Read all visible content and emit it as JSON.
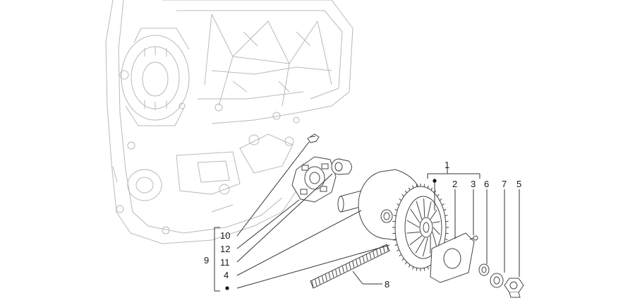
{
  "labels": {
    "p1": "1",
    "p2": "2",
    "p3": "3",
    "p4": "4",
    "p5": "5",
    "p6": "6",
    "p7": "7",
    "p8": "8",
    "p9": "9",
    "p10": "10",
    "p11": "11",
    "p12": "12"
  }
}
